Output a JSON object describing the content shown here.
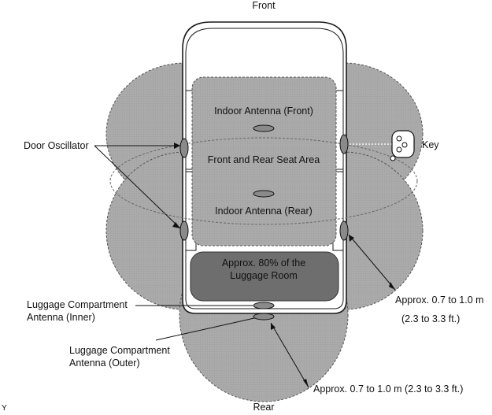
{
  "labels": {
    "front": "Front",
    "rear": "Rear",
    "key": "Key",
    "door_oscillator": "Door Oscillator",
    "indoor_antenna_front": "Indoor Antenna (Front)",
    "front_rear_seat_area": "Front and Rear Seat Area",
    "indoor_antenna_rear": "Indoor Antenna (Rear)",
    "luggage_room_line1": "Approx. 80% of the",
    "luggage_room_line2": "Luggage Room",
    "luggage_inner_line1": "Luggage Compartment",
    "luggage_inner_line2": "Antenna (Inner)",
    "luggage_outer_line1": "Luggage Compartment",
    "luggage_outer_line2": "Antenna (Outer)",
    "side_range_line1": "Approx. 0.7 to 1.0 m",
    "side_range_line2": "(2.3 to 3.3 ft.)",
    "rear_range": "Approx. 0.7 to 1.0 m  (2.3 to 3.3 ft.)",
    "corner_mark": "Y"
  },
  "colors": {
    "zone_fill": "#a9a9a9",
    "luggage_fill": "#6e6e6e",
    "outline": "#1a1a1a"
  }
}
